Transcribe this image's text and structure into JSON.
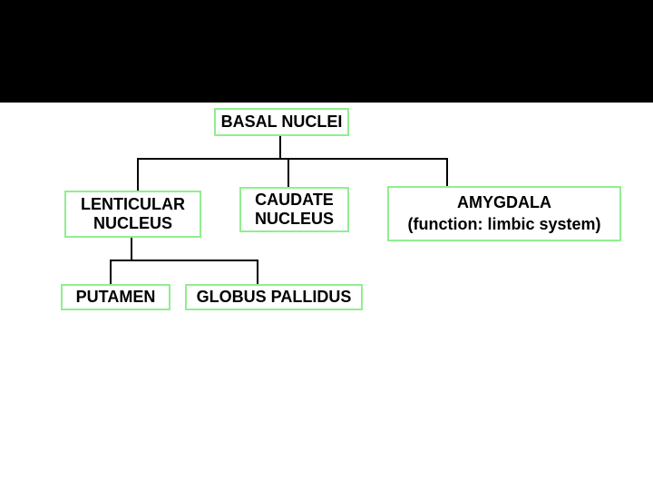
{
  "slide": {
    "background_color": "#ffffff",
    "top_bar_color": "#000000"
  },
  "diagram": {
    "type": "tree",
    "colors": {
      "box_border": "#90ee90",
      "box_fill": "#ffffff",
      "connector": "#000000",
      "text": "#000000"
    },
    "nodes": {
      "basal": {
        "label": "BASAL NUCLEI"
      },
      "lenticular": {
        "line1": "LENTICULAR",
        "line2": "NUCLEUS"
      },
      "caudate": {
        "line1": "CAUDATE",
        "line2": "NUCLEUS"
      },
      "amygdala": {
        "line1": "AMYGDALA",
        "line2": "(function: limbic system)"
      },
      "putamen": {
        "label": "PUTAMEN"
      },
      "globus_pallidus": {
        "label": "GLOBUS PALLIDUS"
      }
    },
    "edges": [
      {
        "from": "BASAL NUCLEI",
        "to": "LENTICULAR NUCLEUS"
      },
      {
        "from": "BASAL NUCLEI",
        "to": "CAUDATE NUCLEUS"
      },
      {
        "from": "BASAL NUCLEI",
        "to": "AMYGDALA"
      },
      {
        "from": "LENTICULAR NUCLEUS",
        "to": "PUTAMEN"
      },
      {
        "from": "LENTICULAR NUCLEUS",
        "to": "GLOBUS PALLIDUS"
      }
    ]
  }
}
